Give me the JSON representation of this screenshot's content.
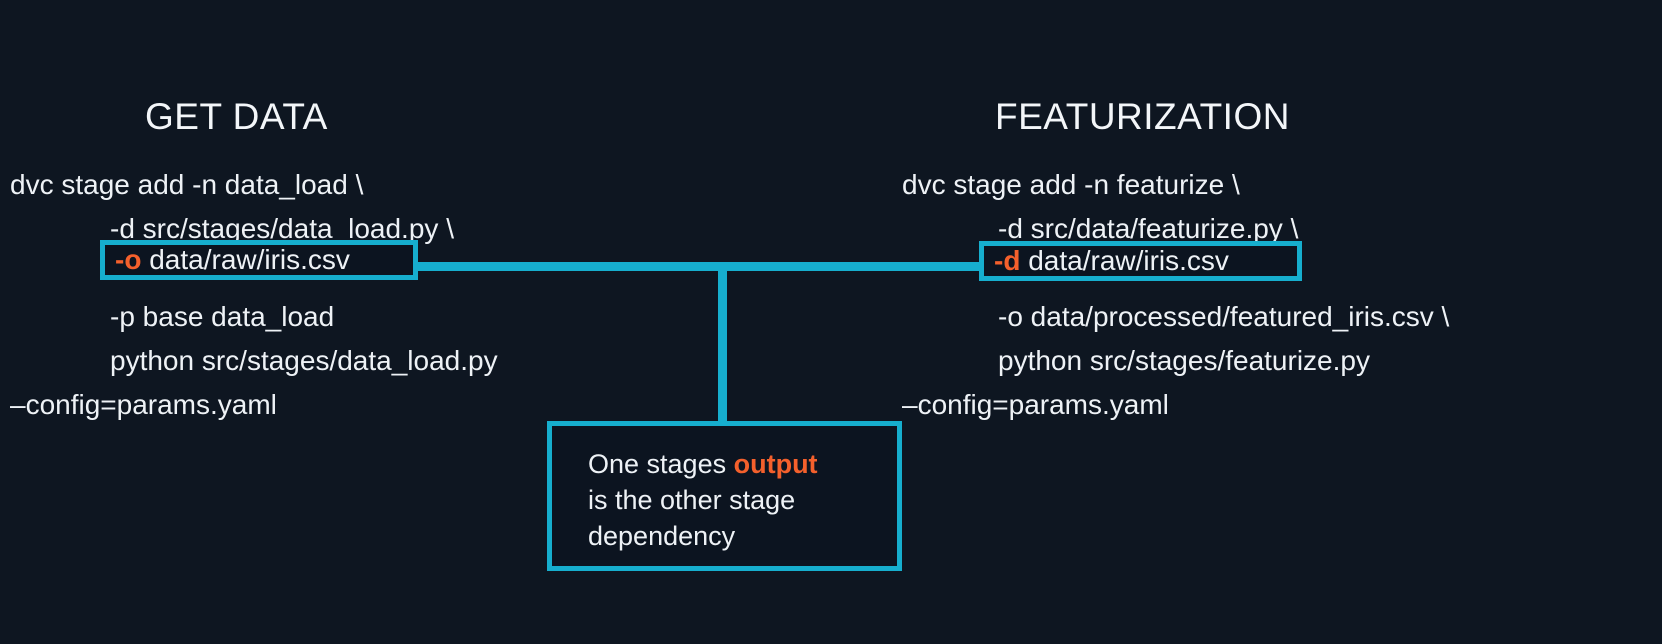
{
  "theme": {
    "background": "#0e1621",
    "accent_cyan": "#16aece",
    "accent_orange": "#f4602c",
    "text": "#eef2f6",
    "box_fill": "#0c1420"
  },
  "stages": {
    "left": {
      "title": "GET DATA",
      "lines": [
        "dvc stage add -n data_load \\",
        "-d src/stages/data_load.py \\",
        "-p base data_load",
        "python src/stages/data_load.py",
        "–config=params.yaml"
      ],
      "highlight": {
        "flag": "-o",
        "value": "data/raw/iris.csv"
      }
    },
    "right": {
      "title": "FEATURIZATION",
      "lines": [
        "dvc stage add -n featurize \\",
        "-d src/data/featurize.py \\",
        "-o data/processed/featured_iris.csv \\",
        "python src/stages/featurize.py",
        "–config=params.yaml"
      ],
      "highlight": {
        "flag": "-d",
        "value": "data/raw/iris.csv"
      }
    }
  },
  "callout": {
    "line1_plain": "One stages ",
    "line1_em": "output",
    "line2_plain": "is the other stage",
    "line3_em": "dependency"
  }
}
